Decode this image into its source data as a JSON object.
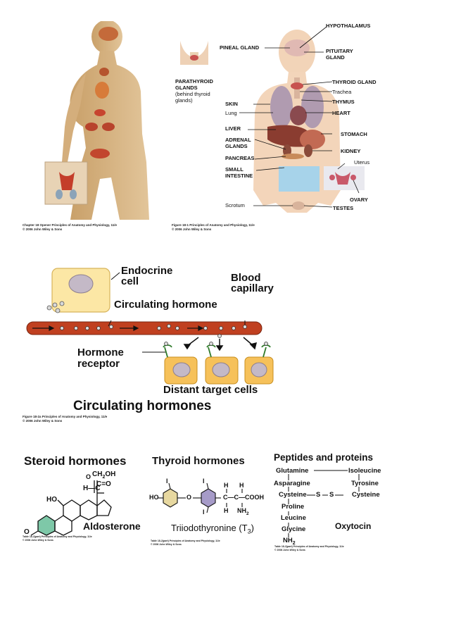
{
  "panel1": {
    "caption_line1": "Chapter 18 Opener  Principles of Anatomy and Physiology, 11/e",
    "caption_line2": "© 2006 John Wiley & Sons"
  },
  "panel2": {
    "labels": {
      "hypothalamus": "HYPOTHALAMUS",
      "pineal": "PINEAL GLAND",
      "pituitary_1": "PITUITARY",
      "pituitary_2": "GLAND",
      "parathyroid_1": "PARATHYROID",
      "parathyroid_2": "GLANDS",
      "parathyroid_3": "(behind thyroid",
      "parathyroid_4": "glands)",
      "thyroid": "THYROID GLAND",
      "trachea": "Trachea",
      "thymus": "THYMUS",
      "skin": "SKIN",
      "heart": "HEART",
      "lung": "Lung",
      "liver": "LIVER",
      "stomach": "STOMACH",
      "adrenal_1": "ADRENAL",
      "adrenal_2": "GLANDS",
      "kidney": "KIDNEY",
      "pancreas": "PANCREAS",
      "uterus": "Uterus",
      "small_int_1": "SMALL",
      "small_int_2": "INTESTINE",
      "ovary": "OVARY",
      "scrotum": "Scrotum",
      "testes": "TESTES"
    },
    "caption_line1": "Figure 18-1  Principles of Anatomy and Physiology, 11/e",
    "caption_line2": "© 2006 John Wiley & Sons"
  },
  "panel3": {
    "endocrine_1": "Endocrine",
    "endocrine_2": "cell",
    "blood_1": "Blood",
    "blood_2": "capillary",
    "circulating": "Circulating hormone",
    "receptor_1": "Hormone",
    "receptor_2": "receptor",
    "target": "Distant target cells",
    "title": "Circulating hormones",
    "caption_line1": "Figure 18-2a  Principles of Anatomy and Physiology, 11/e",
    "caption_line2": "© 2006 John Wiley & Sons"
  },
  "panel4": {
    "steroid_title": "Steroid hormones",
    "thyroid_title": "Thyroid hormones",
    "peptide_title": "Peptides and proteins",
    "aldosterone": "Aldosterone",
    "triiodothyronine": "Triiodothyronine (T",
    "t3_sub": "3",
    "t3_close": ")",
    "oxytocin": "Oxytocin",
    "peptides": {
      "glutamine": "Glutamine",
      "isoleucine": "Isoleucine",
      "asparagine": "Asparagine",
      "tyrosine": "Tyrosine",
      "cysteine_a": "Cysteine",
      "s1": "S",
      "s2": "S",
      "cysteine_b": "Cysteine",
      "proline": "Proline",
      "leucine": "Leucine",
      "glycine": "Glycine",
      "nh2": "NH",
      "nh2_sub": "2"
    },
    "chem": {
      "o_top": "O",
      "ch2oh": "CH",
      "ch2oh_sub": "2",
      "ch2oh_end": "OH",
      "h_c": "H—C",
      "c_o": "C=O",
      "ho": "HO",
      "o_left": "O",
      "i1": "I",
      "i2": "I",
      "i3": "I",
      "ho_t": "HO",
      "o_t": "O",
      "h1": "H",
      "h2": "H",
      "h3": "H",
      "cc": "C—C—COOH",
      "nh2": "NH",
      "nh2_sub": "2"
    },
    "captions": {
      "steroid": "Table 18-2(part)  Principles of Anatomy and Physiology, 11/e",
      "thyroid": "Table 18-2(part)  Principles of Anatomy and Physiology, 11/e",
      "peptide": "Table 18-2(part)  Principles of Anatomy and Physiology, 11/e",
      "copyright": "© 2006 John Wiley & Sons"
    }
  }
}
